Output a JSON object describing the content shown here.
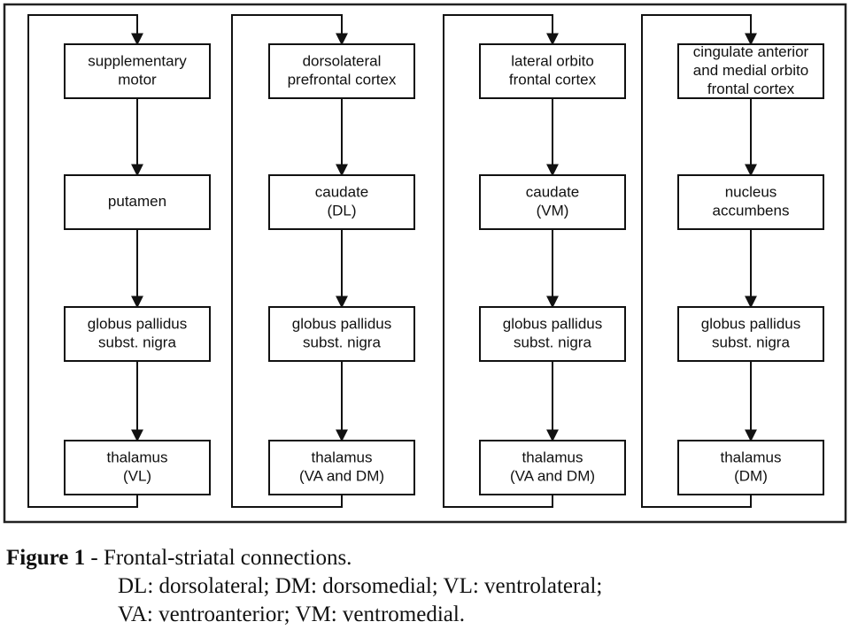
{
  "diagram": {
    "columns": [
      {
        "boxes": [
          [
            "supplementary",
            "motor"
          ],
          [
            "putamen"
          ],
          [
            "globus pallidus",
            "subst. nigra"
          ],
          [
            "thalamus",
            "(VL)"
          ]
        ]
      },
      {
        "boxes": [
          [
            "dorsolateral",
            "prefrontal cortex"
          ],
          [
            "caudate",
            "(DL)"
          ],
          [
            "globus pallidus",
            "subst. nigra"
          ],
          [
            "thalamus",
            "(VA and DM)"
          ]
        ]
      },
      {
        "boxes": [
          [
            "lateral orbito",
            "frontal cortex"
          ],
          [
            "caudate",
            "(VM)"
          ],
          [
            "globus pallidus",
            "subst. nigra"
          ],
          [
            "thalamus",
            "(VA and DM)"
          ]
        ]
      },
      {
        "boxes": [
          [
            "cingulate anterior",
            "and medial orbito",
            "frontal cortex"
          ],
          [
            "nucleus",
            "accumbens"
          ],
          [
            "globus pallidus",
            "subst. nigra"
          ],
          [
            "thalamus",
            "(DM)"
          ]
        ]
      }
    ]
  },
  "caption": {
    "figure_label": "Figure 1",
    "separator": " - ",
    "title": "Frontal-striatal connections.",
    "line2": "DL: dorsolateral; DM: dorsomedial; VL: ventrolateral;",
    "line3": "VA: ventroanterior; VM: ventromedial."
  }
}
